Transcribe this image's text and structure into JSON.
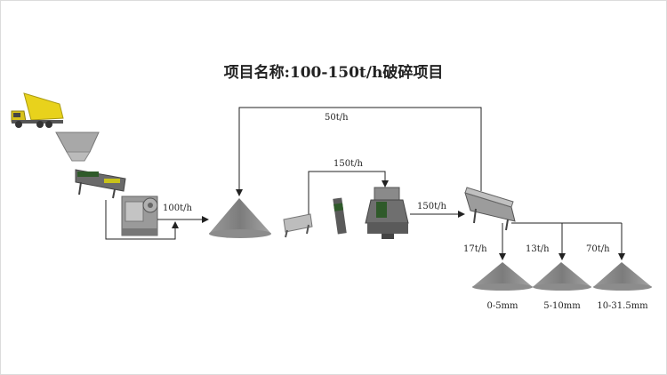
{
  "title": "项目名称:100-150t/h破碎项目",
  "flows": {
    "recycle": "50t/h",
    "return": "150t/h",
    "jaw_out": "100t/h",
    "to_screen": "150t/h"
  },
  "outputs": [
    {
      "rate": "17t/h",
      "size": "0-5mm"
    },
    {
      "rate": "13t/h",
      "size": "5-10mm"
    },
    {
      "rate": "70t/h",
      "size": "10-31.5mm"
    }
  ],
  "colors": {
    "truck": "#e8d21c",
    "cab": "#d8c21a",
    "pile": "#8a8a8a",
    "machine": "#7a7a7a",
    "hopper": "#a8a8a8",
    "feeder_accent": "#2f5a2a",
    "line": "#222222"
  }
}
